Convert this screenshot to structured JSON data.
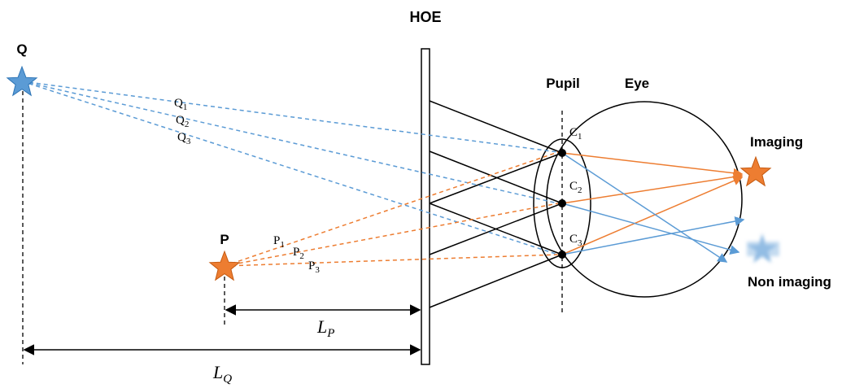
{
  "labels": {
    "hoe": "HOE",
    "pupil": "Pupil",
    "eye": "Eye",
    "imaging": "Imaging",
    "non_imaging": "Non imaging",
    "source_q": "Q",
    "source_p": "P",
    "q1": "Q",
    "q1_sub": "1",
    "q2": "Q",
    "q2_sub": "2",
    "q3": "Q",
    "q3_sub": "3",
    "p1": "P",
    "p1_sub": "1",
    "p2": "P",
    "p2_sub": "2",
    "p3": "P",
    "p3_sub": "3",
    "c1": "C",
    "c1_sub": "1",
    "c2": "C",
    "c2_sub": "2",
    "c3": "C",
    "c3_sub": "3",
    "lp": "L",
    "lp_sub": "P",
    "lq": "L",
    "lq_sub": "Q"
  },
  "colors": {
    "q_rays": "#5b9bd5",
    "p_rays": "#ed7d31",
    "star_q": "#5b9bd5",
    "star_p": "#ed7d31"
  }
}
